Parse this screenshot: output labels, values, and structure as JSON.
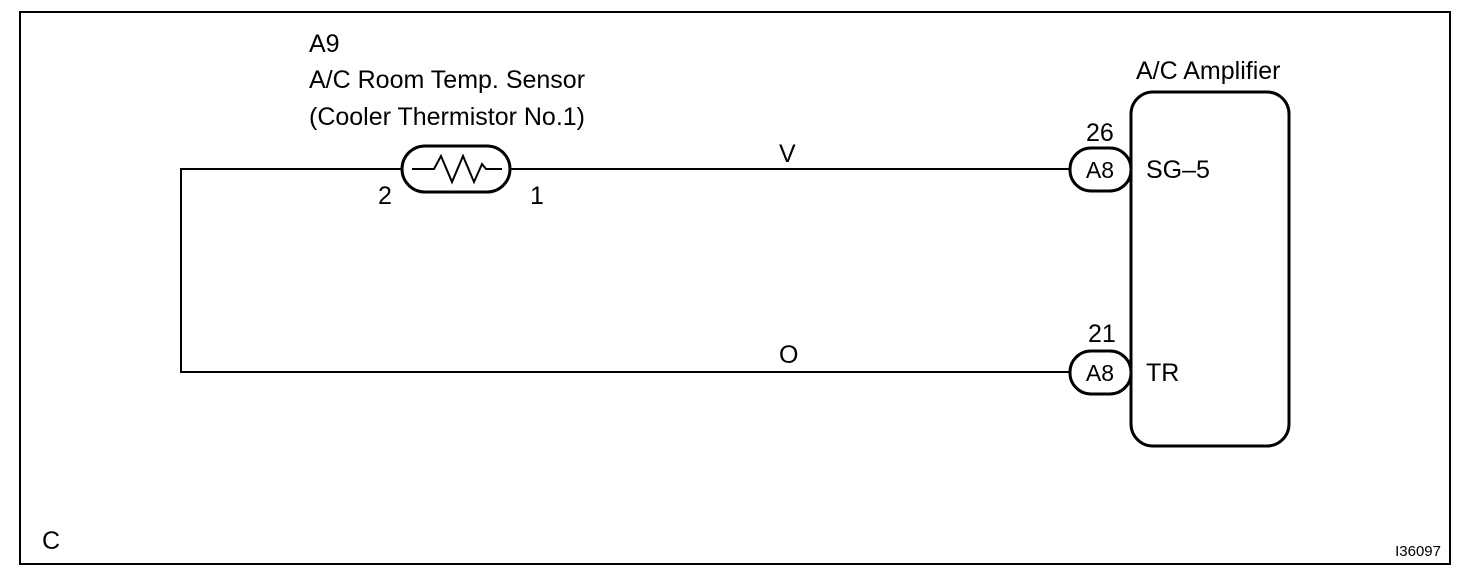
{
  "diagram": {
    "sensor": {
      "code": "A9",
      "name": "A/C Room Temp. Sensor",
      "subname": "(Cooler Thermistor No.1)",
      "pin_left": "2",
      "pin_right": "1"
    },
    "amplifier": {
      "name": "A/C Amplifier",
      "terminals": [
        {
          "connector": "A8",
          "pin": "26",
          "signal": "SG–5"
        },
        {
          "connector": "A8",
          "pin": "21",
          "signal": "TR"
        }
      ]
    },
    "wires": [
      {
        "color_code": "V"
      },
      {
        "color_code": "O"
      }
    ],
    "corner_letter": "C",
    "figure_id": "I36097"
  }
}
